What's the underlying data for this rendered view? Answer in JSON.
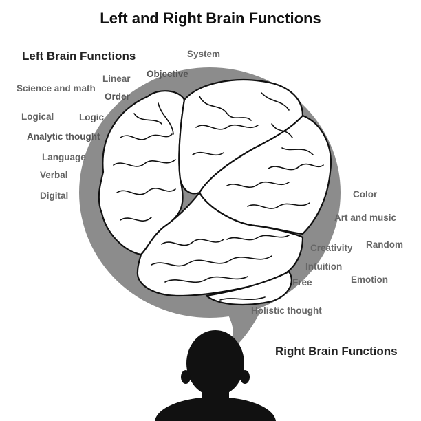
{
  "title": "Left and Right Brain Functions",
  "left_heading": "Left Brain Functions",
  "right_heading": "Right Brain Functions",
  "left_words": [
    "System",
    "Objective",
    "Linear",
    "Order",
    "Science and math",
    "Logical",
    "Logic",
    "Analytic thought",
    "Language",
    "Verbal",
    "Digital"
  ],
  "right_words": [
    "Color",
    "Art and music",
    "Random",
    "Creativity",
    "Intuition",
    "Free",
    "Emotion",
    "Holistic thought"
  ],
  "colors": {
    "bubble": "#8c8c8c",
    "silhouette": "#111111",
    "brain_fill": "#ffffff",
    "brain_outline": "#111111",
    "word_text": "#666666"
  }
}
